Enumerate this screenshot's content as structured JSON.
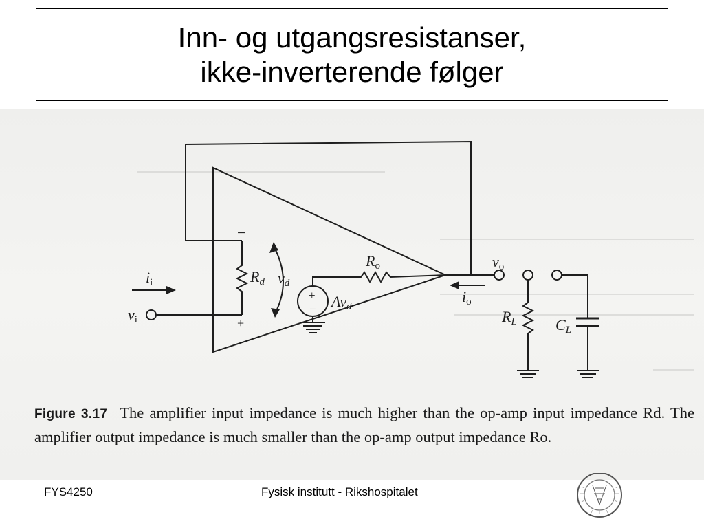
{
  "slide": {
    "title_line1": "Inn- og utgangsresistanser,",
    "title_line2": "ikke-inverterende følger"
  },
  "figure": {
    "labels": {
      "minus": "−",
      "plus": "+",
      "rd": "R",
      "rd_sub": "d",
      "vd": "v",
      "vd_sub": "d",
      "ro": "R",
      "ro_sub": "o",
      "avd": "Av",
      "avd_sub": "d",
      "vo": "v",
      "vo_sub": "o",
      "io": "i",
      "io_sub": "o",
      "ii": "i",
      "ii_sub": "i",
      "vi": "v",
      "vi_sub": "i",
      "rl": "R",
      "rl_sub": "L",
      "cl": "C",
      "cl_sub": "L",
      "src_plus": "+",
      "src_minus": "−"
    },
    "caption_label": "Figure 3.17",
    "caption_text": "The amplifier input impedance is much higher than the op-amp input impedance Rd. The amplifier output impedance is much smaller than the op-amp output impedance Ro."
  },
  "footer": {
    "course": "FYS4250",
    "institution": "Fysisk institutt - Rikshospitalet"
  }
}
